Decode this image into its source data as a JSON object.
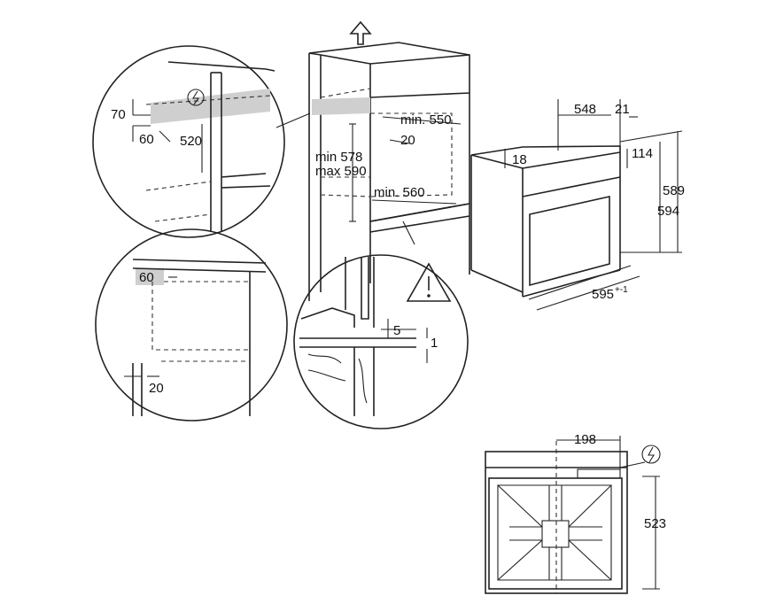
{
  "detail_top": {
    "dim_70": "70",
    "dim_60": "60",
    "dim_520": "520"
  },
  "detail_left": {
    "dim_60": "60",
    "dim_20": "20"
  },
  "niche": {
    "min_550": "min. 550",
    "dim_20": "20",
    "min_578": "min 578",
    "max_590": "max 590",
    "min_560": "min. 560"
  },
  "detail_bottom": {
    "dim_5": "5",
    "dim_1": "1"
  },
  "oven": {
    "dim_548": "548",
    "dim_21": "21",
    "dim_18": "18",
    "dim_114": "114",
    "dim_589": "589",
    "dim_594": "594",
    "dim_595": "595",
    "dim_595_tol": "+-1"
  },
  "top_view": {
    "dim_198": "198",
    "dim_523": "523"
  },
  "icons": {
    "arrow": "up-arrow-icon",
    "warning": "warning-triangle-icon",
    "electric": "electric-connection-icon"
  }
}
